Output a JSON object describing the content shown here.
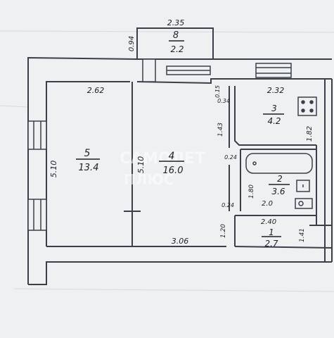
{
  "plan": {
    "rooms": [
      {
        "id": "8",
        "area": "2.2"
      },
      {
        "id": "5",
        "area": "13.4"
      },
      {
        "id": "4",
        "area": "16.0"
      },
      {
        "id": "3",
        "area": "4.2"
      },
      {
        "id": "2",
        "area": "3.6"
      },
      {
        "id": "1",
        "area": "2.7"
      }
    ],
    "dimensions": {
      "balcony_width": "2.35",
      "balcony_depth": "0.94",
      "room5_width": "2.62",
      "room5_height": "5.10",
      "room4_height": "5.10",
      "room4_width": "3.06",
      "room3_width": "2.32",
      "room3_height": "1.82",
      "niche_a": "0.15",
      "niche_b": "0.34",
      "door_a": "1.43",
      "gap_a": "0.24",
      "room2_height": "1.80",
      "gap_b": "0.24",
      "room2_width": "2.0",
      "corridor_width": "2.40",
      "corridor_left": "1.20",
      "corridor_right": "1.41"
    }
  },
  "watermark": {
    "line1": "САМОЛЕТ",
    "line2": "ПЛЮС"
  },
  "colors": {
    "paper": "#eef0f2",
    "wall": "#3a3f4a",
    "ink": "#1d1f26"
  }
}
